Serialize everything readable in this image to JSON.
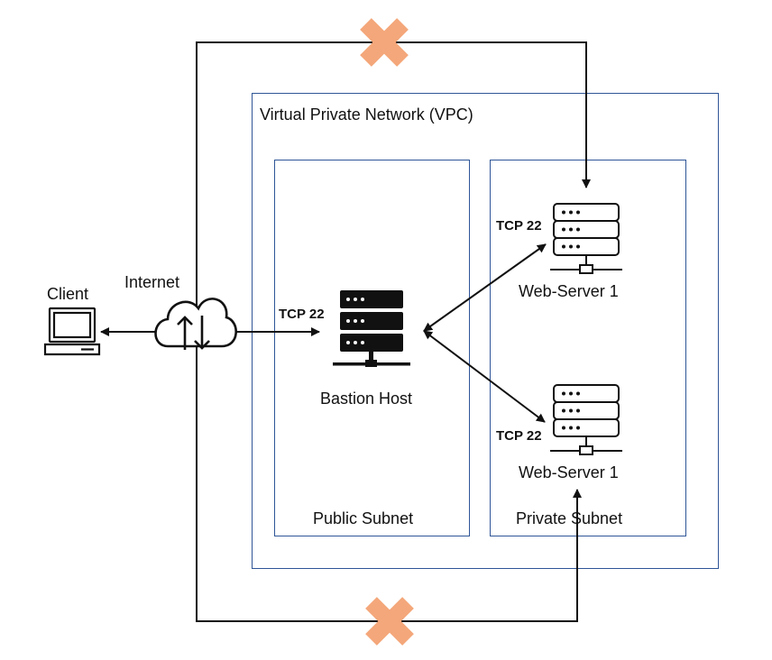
{
  "vpc": {
    "label": "Virtual Private Network (VPC)"
  },
  "public_subnet": {
    "label": "Public Subnet"
  },
  "private_subnet": {
    "label": "Private Subnet"
  },
  "client": {
    "label": "Client"
  },
  "internet": {
    "label": "Internet"
  },
  "bastion": {
    "label": "Bastion Host",
    "port_label": "TCP 22"
  },
  "web_server_top": {
    "label": "Web-Server 1",
    "port_label": "TCP 22"
  },
  "web_server_bottom": {
    "label": "Web-Server 1",
    "port_label": "TCP 22"
  },
  "colors": {
    "border": "#2f5597",
    "blocked": "#f4a77a",
    "line": "#111111",
    "icon": "#111111"
  },
  "icons": [
    "laptop-icon",
    "cloud-upload-download-icon",
    "server-rack-icon",
    "server-outline-icon",
    "blocked-x-icon"
  ]
}
